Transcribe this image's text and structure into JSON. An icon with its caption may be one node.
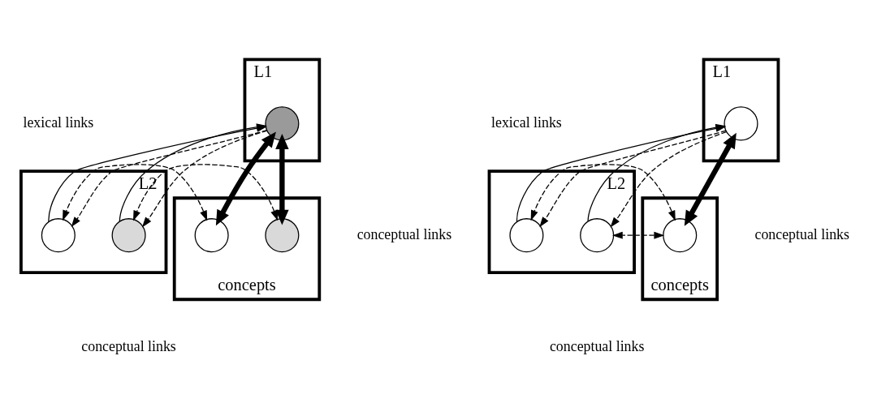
{
  "diagram": {
    "nodes": [
      {
        "text": [
          "L1"
        ]
      },
      {
        "text": [],
        "shape": "circle",
        "in": 0
      },
      {
        "text": [
          "L2"
        ]
      },
      {
        "text": [],
        "shape": "circle",
        "in": 2
      },
      {
        "text": [],
        "shape": "circle",
        "in": 2
      },
      {
        "text": [
          "concepts"
        ]
      },
      {
        "text": [],
        "shape": "circle",
        "in": 5
      },
      {
        "text": [],
        "shape": "circle",
        "in": 5
      },
      {
        "text": [
          "L1"
        ]
      },
      {
        "text": [],
        "shape": "circle",
        "in": 8
      },
      {
        "text": [
          "L2"
        ]
      },
      {
        "text": [],
        "shape": "circle",
        "in": 10
      },
      {
        "text": [],
        "shape": "circle",
        "in": 10
      },
      {
        "text": [
          "concepts"
        ]
      },
      {
        "text": [],
        "shape": "circle",
        "in": 13
      }
    ],
    "edges": [
      {
        "from": 1,
        "to": 3,
        "arrow": "to",
        "style": "dashed"
      },
      {
        "from": 3,
        "to": 1,
        "arrow": "to"
      },
      {
        "from": 4,
        "to": 1,
        "arrow": "to"
      },
      {
        "from": 1,
        "to": 4,
        "arrow": "to",
        "style": "dashed"
      },
      {
        "from": 1,
        "to": 6,
        "arrow": "both",
        "style": "thick"
      },
      {
        "from": 1,
        "to": 7,
        "arrow": "both",
        "style": "thick"
      },
      {
        "from": 6,
        "to": 3,
        "arrow": "both",
        "style": "dashed"
      },
      {
        "from": 7,
        "to": 4,
        "arrow": "both",
        "style": "dashed"
      },
      {
        "from": 9,
        "to": 11,
        "arrow": "to",
        "style": "dashed"
      },
      {
        "from": 11,
        "to": 9,
        "arrow": "to"
      },
      {
        "from": 12,
        "to": 9,
        "arrow": "to"
      },
      {
        "from": 9,
        "to": 12,
        "arrow": "to",
        "style": "dashed"
      },
      {
        "from": 9,
        "to": 14,
        "arrow": "both",
        "style": "thick"
      },
      {
        "from": 14,
        "to": 11,
        "arrow": "both",
        "style": "dashed"
      },
      {
        "from": 14,
        "to": 12,
        "arrow": "both",
        "style": "dashed"
      }
    ],
    "labels": [
      "lexical links",
      "lexical links",
      "conceptual links",
      "conceptual links",
      "conceptual links",
      "conceptual links"
    ]
  }
}
